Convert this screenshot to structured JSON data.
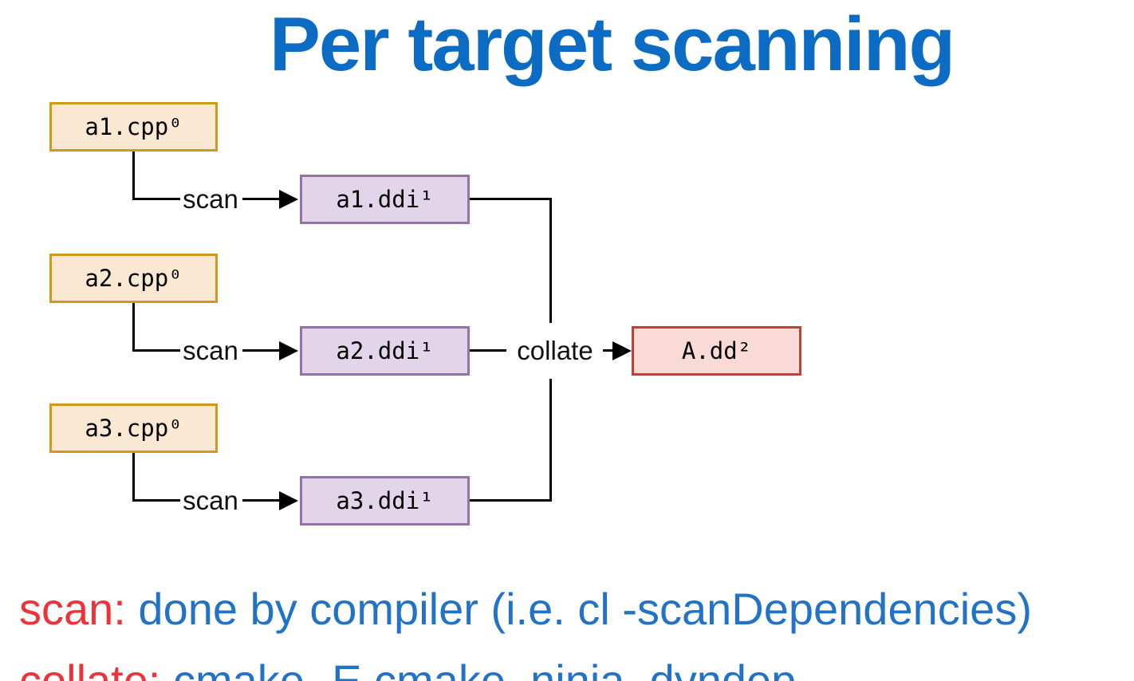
{
  "title": "Per target scanning",
  "diagram": {
    "rows": [
      {
        "source": "a1.cpp⁰",
        "action": "scan",
        "result": "a1.ddi¹"
      },
      {
        "source": "a2.cpp⁰",
        "action": "scan",
        "result": "a2.ddi¹"
      },
      {
        "source": "a3.cpp⁰",
        "action": "scan",
        "result": "a3.ddi¹"
      }
    ],
    "collate_label": "collate",
    "final_box": "A.dd²"
  },
  "legend": {
    "lines": [
      {
        "term": "scan:",
        "rest": "done by compiler (i.e. cl -scanDependencies)"
      },
      {
        "term": "collate:",
        "rest": "cmake -E cmake_ninja_dyndep"
      }
    ]
  },
  "colors": {
    "title_blue": "#0C6CC4",
    "legend_blue": "#2272C8",
    "legend_red": "#EE3338",
    "source_fill": "#FBE8D2",
    "source_border": "#CF9A1C",
    "result_fill": "#E2D5EA",
    "result_border": "#9673A6",
    "final_fill": "#F9DAD5",
    "final_border": "#B5453B",
    "line_black": "#000000"
  }
}
